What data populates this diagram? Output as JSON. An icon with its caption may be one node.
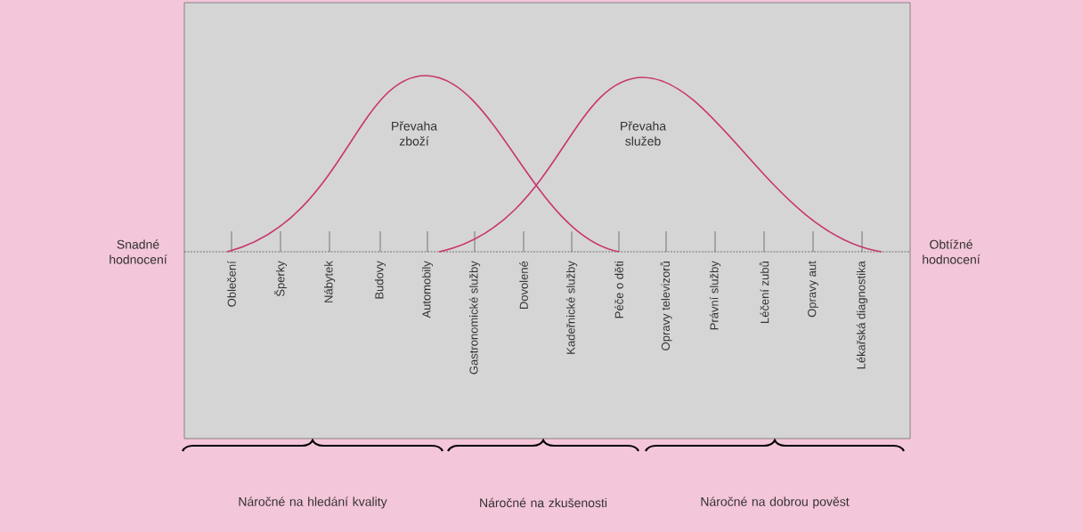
{
  "diagram": {
    "labels": [
      "Převaha zboží",
      "Převaha služeb",
      "Snadné hodnocení",
      "Oblečení",
      "Šperky",
      "Nábytek",
      "Budovy",
      "Automobily",
      "Gastronomické služby",
      "Dovolené",
      "Kadeřnické služby",
      "Péče o děti",
      "Opravy televizorů",
      "Právní služby",
      "Léčení zubů",
      "Opravy aut",
      "Lékařská diagnostika",
      "Obtížné hodnocení",
      "Náročné na hledání kvality",
      "Náročné na zkušenosti",
      "Náročné na dobrou pověst"
    ]
  }
}
